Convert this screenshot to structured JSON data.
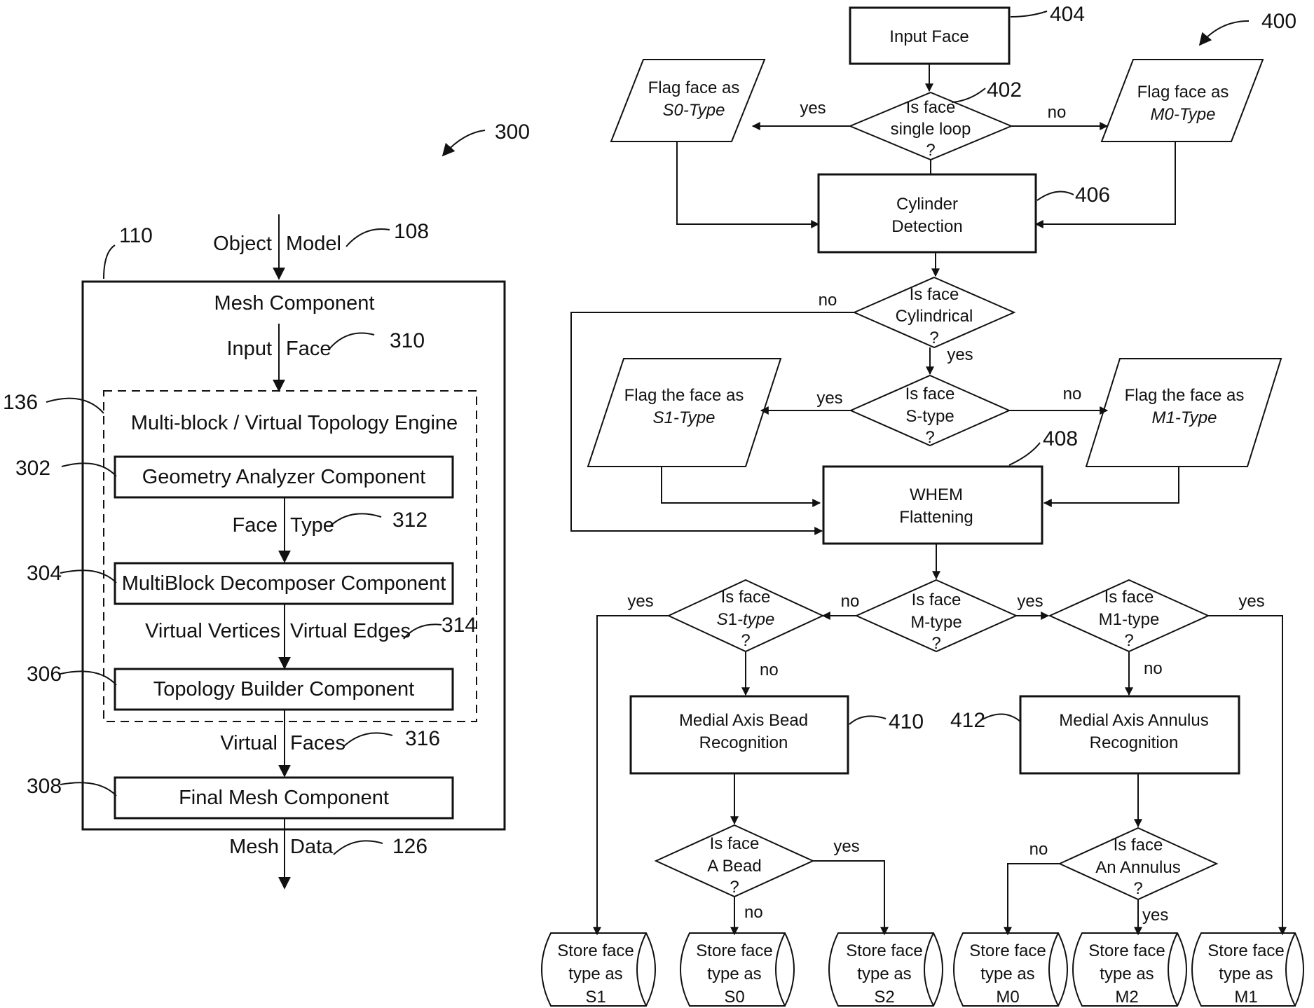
{
  "fig300": {
    "ref_main": "300",
    "ref_110": "110",
    "ref_108": "108",
    "ref_136": "136",
    "ref_310": "310",
    "ref_302": "302",
    "ref_312": "312",
    "ref_304": "304",
    "ref_314": "314",
    "ref_306": "306",
    "ref_316": "316",
    "ref_308": "308",
    "ref_126": "126",
    "object_model_left": "Object",
    "object_model_right": "Model",
    "mesh_component": "Mesh Component",
    "input_face_left": "Input",
    "input_face_right": "Face",
    "engine": "Multi-block / Virtual Topology Engine",
    "geometry_analyzer": "Geometry Analyzer Component",
    "face_type_left": "Face",
    "face_type_right": "Type",
    "multiblock": "MultiBlock Decomposer Component",
    "virtual_vertices": "Virtual Vertices",
    "virtual_edges": "Virtual Edges",
    "topology_builder": "Topology Builder Component",
    "virtual_faces_left": "Virtual",
    "virtual_faces_right": "Faces",
    "final_mesh": "Final Mesh Component",
    "mesh_data_left": "Mesh",
    "mesh_data_right": "Data"
  },
  "fig400": {
    "ref_main": "400",
    "ref_404": "404",
    "ref_402": "402",
    "ref_406": "406",
    "ref_408": "408",
    "ref_410": "410",
    "ref_412": "412",
    "input_face": "Input Face",
    "d_single_1": "Is face",
    "d_single_2": "single loop",
    "d_single_3": "?",
    "flag_s0_1": "Flag  face as",
    "flag_s0_2": "S0-Type",
    "flag_m0_1": "Flag  face as",
    "flag_m0_2": "M0-Type",
    "cyl_1": "Cylinder",
    "cyl_2": "Detection",
    "d_cyl_1": "Is face",
    "d_cyl_2": "Cylindrical",
    "d_cyl_3": "?",
    "d_stype_1": "Is face",
    "d_stype_2": "S-type",
    "d_stype_3": "?",
    "flag_s1_1": "Flag the face as",
    "flag_s1_2": "S1-Type",
    "flag_m1_1": "Flag the face as",
    "flag_m1_2": "M1-Type",
    "whem_1": "WHEM",
    "whem_2": "Flattening",
    "d_mtype_1": "Is face",
    "d_mtype_2": "M-type",
    "d_mtype_3": "?",
    "d_s1_1": "Is face",
    "d_s1_2a": "S",
    "d_s1_2b": "1",
    "d_s1_2c": "-type",
    "d_s1_3": "?",
    "d_m1_1": "Is face",
    "d_m1_2": "M1-type",
    "d_m1_3": "?",
    "bead_1": "Medial Axis Bead",
    "bead_2": "Recognition",
    "ann_1": "Medial Axis Annulus",
    "ann_2": "Recognition",
    "d_bead_1": "Is face",
    "d_bead_2": "A Bead",
    "d_bead_3": "?",
    "d_ann_1": "Is face",
    "d_ann_2": "An Annulus",
    "d_ann_3": "?",
    "yes": "yes",
    "no": "no",
    "store_1": "Store face",
    "store_2": "type as",
    "store_s1": "S1",
    "store_s0": "S0",
    "store_s2": "S2",
    "store_m0": "M0",
    "store_m2": "M2",
    "store_m1": "M1"
  }
}
